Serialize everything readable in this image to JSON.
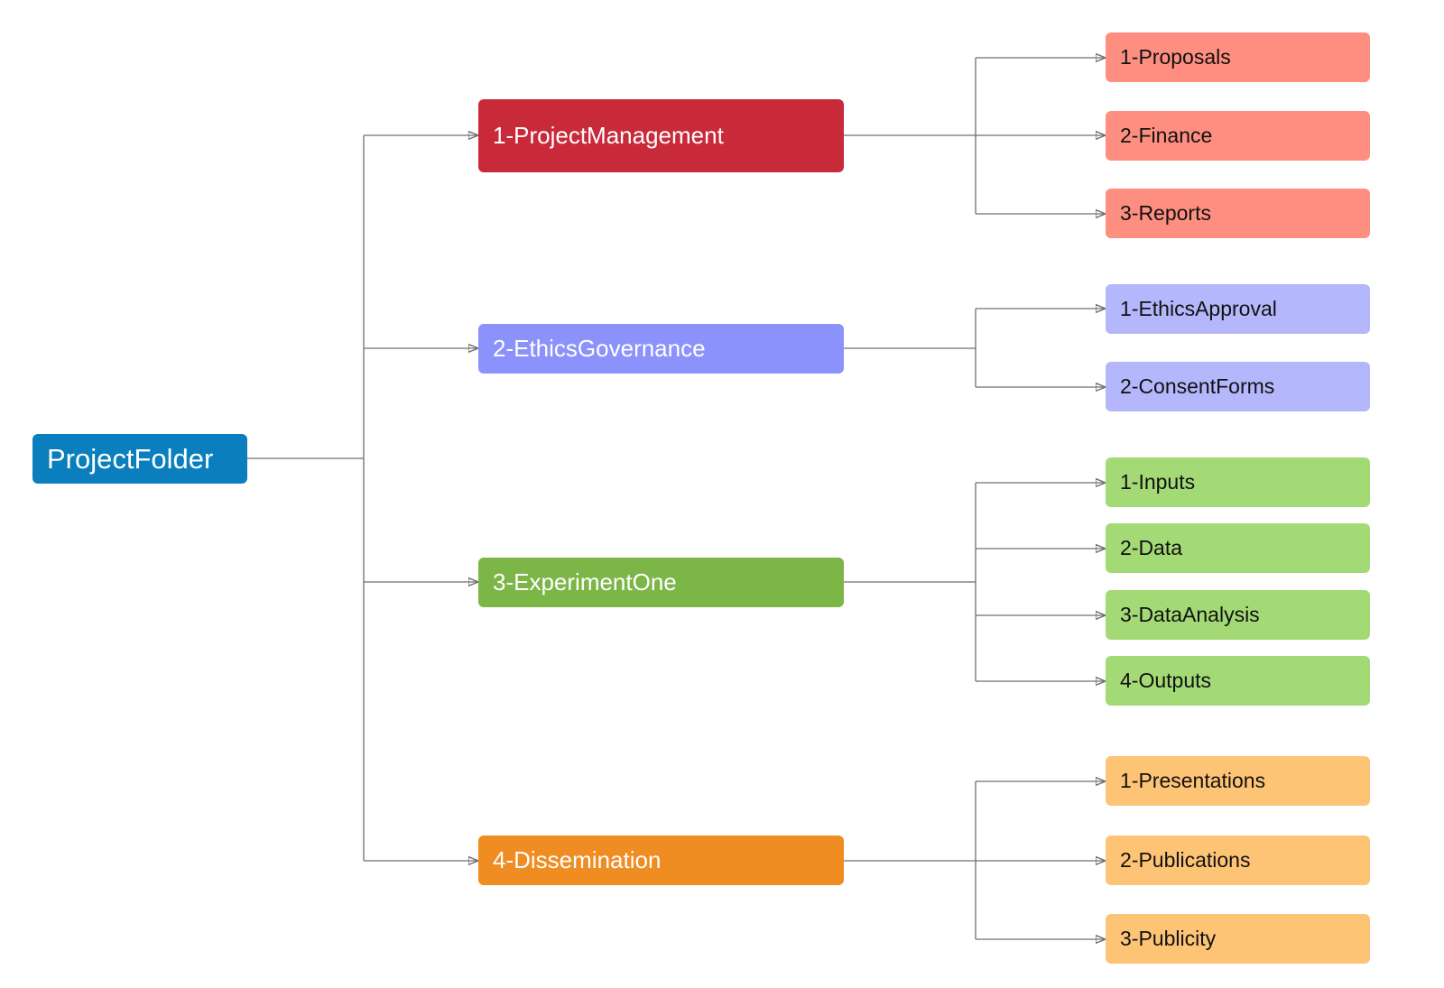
{
  "colors": {
    "root": "#0b7fbd",
    "connector": "#6f6f6f",
    "project_management": "#c92a3a",
    "project_management_children": "#fe8f80",
    "ethics_governance": "#8c92fb",
    "ethics_governance_children": "#b4b7fb",
    "experiment_one": "#7cb647",
    "experiment_one_children": "#a3da76",
    "dissemination": "#ef8c22",
    "dissemination_children": "#fec476"
  },
  "root": {
    "label": "ProjectFolder"
  },
  "branches": [
    {
      "label": "1-ProjectManagement",
      "children": [
        "1-Proposals",
        "2-Finance",
        "3-Reports"
      ]
    },
    {
      "label": "2-EthicsGovernance",
      "children": [
        "1-EthicsApproval",
        "2-ConsentForms"
      ]
    },
    {
      "label": "3-ExperimentOne",
      "children": [
        "1-Inputs",
        "2-Data",
        "3-DataAnalysis",
        "4-Outputs"
      ]
    },
    {
      "label": "4-Dissemination",
      "children": [
        "1-Presentations",
        "2-Publications",
        "3-Publicity"
      ]
    }
  ]
}
